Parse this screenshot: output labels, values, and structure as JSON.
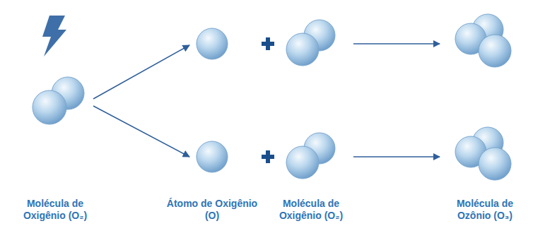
{
  "diagram": {
    "labels": [
      "Molécula de Oxigênio (O₂)",
      "Átomo de Oxigênio (O)",
      "Molécula de Oxigênio (O₂)",
      "Molécula de Ozônio (O₃)"
    ]
  }
}
